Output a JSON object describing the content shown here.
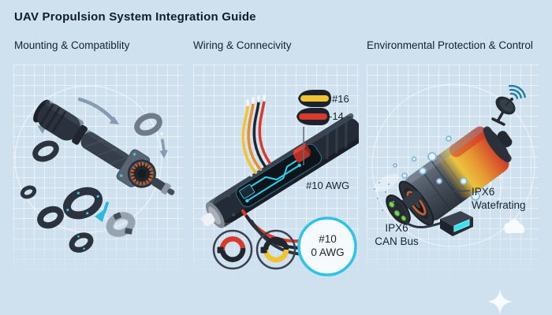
{
  "title": "UAV Propulsion System Integration Guide",
  "panels": {
    "mounting": {
      "header": "Mounting & Compatiblity"
    },
    "wiring": {
      "header": "Wiring & Connecivity",
      "legend": [
        {
          "label": "#16",
          "stripe_color": "#f1c332"
        },
        {
          "label": "-14 –",
          "stripe_color": "#d83a2b"
        }
      ],
      "awg_label": "#10 AWG",
      "gauge_badge": {
        "line1": "#10",
        "line2": "0 AWG"
      }
    },
    "environment": {
      "header": "Environmental Protection & Control",
      "waterproof": {
        "line1": "IPX6",
        "line2": "Watefrating"
      },
      "canbus": {
        "line1": "IPX6",
        "line2": "CAN Bus"
      }
    }
  },
  "colors": {
    "background": "#cfe0ee",
    "grid_line": "rgba(255,255,255,0.55)",
    "ink": "#16242f",
    "accent_cyan": "#2bc3e6",
    "wire_red": "#d83a2b",
    "wire_yellow": "#f1c332",
    "wire_orange": "#e88c2c",
    "wire_black": "#20262e",
    "heat_red": "#d23428",
    "heat_yellow": "#f3c93e",
    "metal_dark": "#2b333e",
    "metal_silver": "#98a3b0",
    "led_green": "#7fd24b",
    "signal_teal": "#1f7e9d"
  },
  "icons": {
    "rotation_arrows": "curved-arrow-icon",
    "wire_end_markers": "wire-end-icon",
    "wire_loops": "wire-loop-icon",
    "satellite": "satellite-dish-icon",
    "cloud": "cloud-icon",
    "sparkle": "sparkle-icon"
  }
}
